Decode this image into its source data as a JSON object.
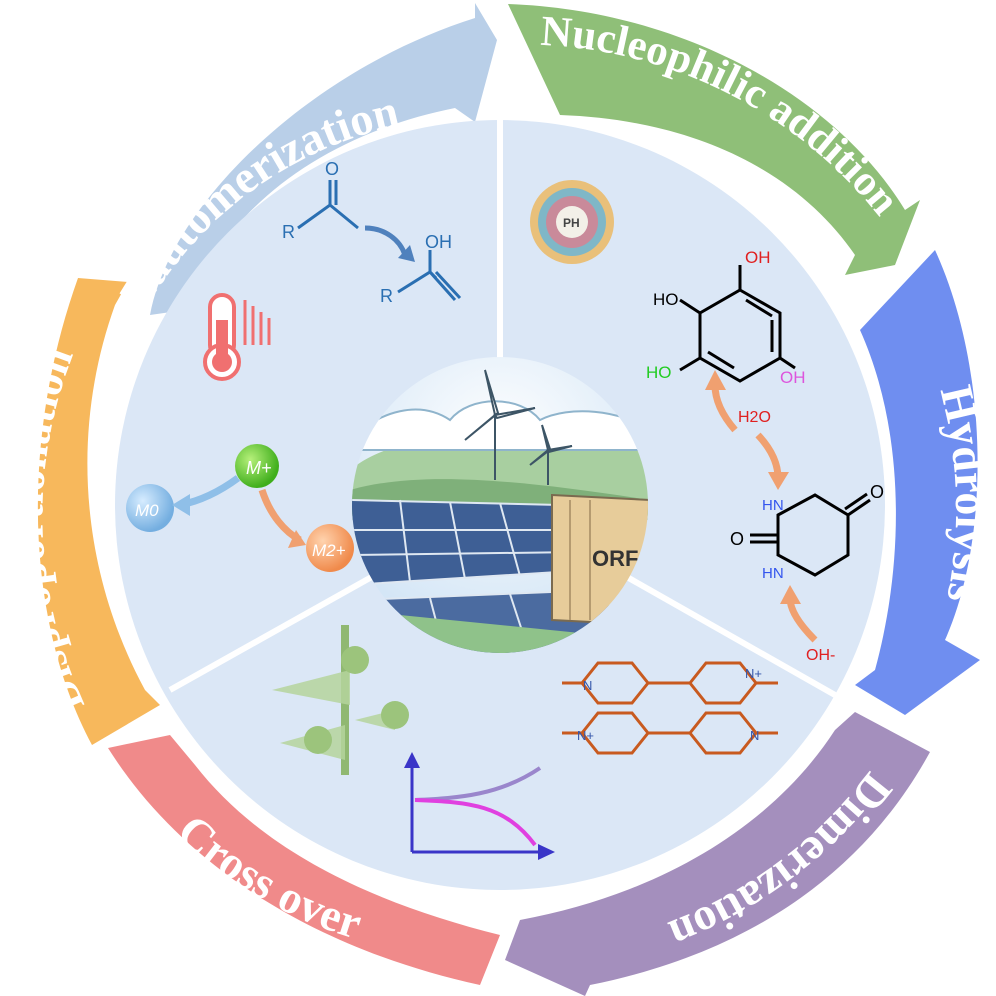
{
  "mechanisms": {
    "tautomerization": "Tautomerization",
    "nucleophilic_addition": "Nucleophilic addition",
    "hydrolysis": "Hydrolysis",
    "dimerization": "Dimerization",
    "cross_over": "Cross over",
    "disproportionation": "Disproportionation"
  },
  "colors": {
    "tautomerization": "#b9cfe8",
    "nucleophilic_addition": "#8fbf78",
    "hydrolysis": "#6f8ef0",
    "dimerization": "#a48fbd",
    "cross_over": "#f08a8a",
    "disproportionation": "#f7b85c",
    "inner_disc": "#dbe7f6"
  },
  "tautomer": {
    "r1": "R",
    "r2": "R",
    "o": "O",
    "oh": "OH"
  },
  "ph_label": "PH",
  "phloroglucinol": {
    "oh_top_left": "HO",
    "oh_top_right": "OH",
    "oh_left": "HO",
    "oh_bottom_right": "OH"
  },
  "water": "H2O",
  "hydroxide": "OH-",
  "dihydrouracil": {
    "nh_top": "HN",
    "nh_bottom": "HN",
    "o_top": "O",
    "o_left": "O"
  },
  "metal_ions": {
    "m_plus": "M+",
    "m_zero": "M0",
    "m_two_plus": "M2+"
  },
  "viologen": {
    "n_plus": "N+",
    "n": "N"
  },
  "container_text": "ORF"
}
